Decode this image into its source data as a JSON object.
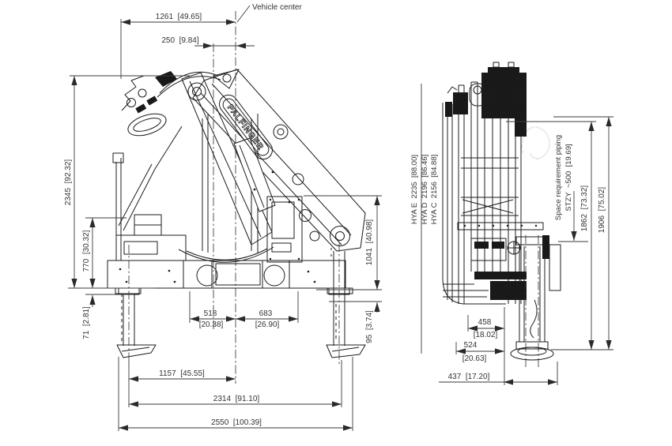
{
  "drawing": {
    "brand": "PALFINGER",
    "vehicle_center_label": "Vehicle center",
    "front_view": {
      "dim_1261": "1261  [49.65]",
      "dim_250": "250  [9.84]",
      "dim_2345": "2345  [92.32]",
      "dim_770": "770  [30.32]",
      "dim_71": "71  [2.81]",
      "dim_1041": "1041  [40.98]",
      "dim_95": "95  [3.74]",
      "dim_518": "518",
      "dim_518_in": "[20.38]",
      "dim_683": "683",
      "dim_683_in": "[26.90]",
      "dim_1157": "1157  [45.55]",
      "dim_2314": "2314  [91.10]",
      "dim_2550": "2550  [100.39]"
    },
    "side_view": {
      "hya_e": "HYA E  2235  [88.00]",
      "hya_d": "HYA D  2196  [86.46]",
      "hya_c": "HYA C  2156  [84.88]",
      "space_line1": "Space requirement piping",
      "space_line2": "STZY  ~500  [19.69]",
      "dim_1862": "1862  [73.32]",
      "dim_1906": "1906  [75.02]",
      "dim_458": "458",
      "dim_458_in": "[18.02]",
      "dim_524": "524",
      "dim_524_in": "[20.63]",
      "dim_437": "437  [17.20]"
    }
  }
}
